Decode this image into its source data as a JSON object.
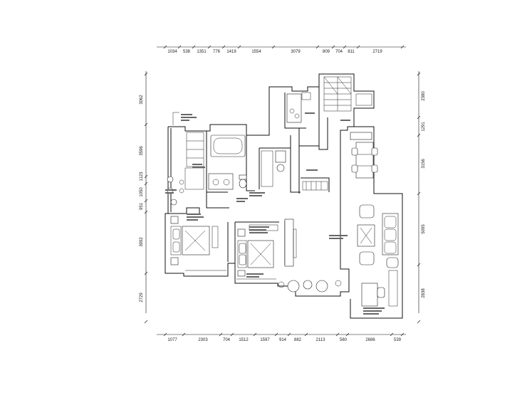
{
  "dimensions": {
    "top": [
      "1034",
      "538",
      "1351",
      "776",
      "1419",
      "1554",
      "3079",
      "809",
      "704",
      "811",
      "2719"
    ],
    "bottom": [
      "1077",
      "2303",
      "704",
      "1512",
      "1597",
      "914",
      "882",
      "2113",
      "560",
      "2686",
      "539"
    ],
    "left": [
      "3062",
      "3596",
      "1123",
      "1050",
      "951",
      "3992",
      "2729"
    ],
    "right": [
      "2380",
      "1291",
      "3156",
      "5095",
      "2838"
    ]
  }
}
